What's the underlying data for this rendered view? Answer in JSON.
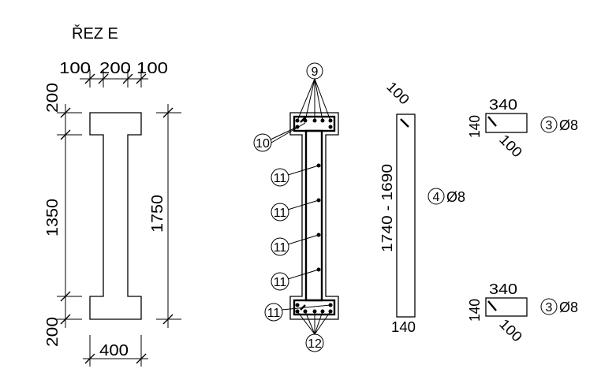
{
  "title": "ŘEZ E",
  "section_dims": {
    "top_widths": [
      "100",
      "200",
      "100"
    ],
    "left_heights": [
      "200",
      "1350",
      "200"
    ],
    "total_height": "1750",
    "bottom_width": "400"
  },
  "rebar_marks": {
    "m9": "9",
    "m10": "10",
    "m11": "11",
    "m12": "12"
  },
  "bar4": {
    "hook_len": "100",
    "length": "1740 - 1690",
    "width": "140",
    "label_num": "4",
    "label_size": "Ø8"
  },
  "bar3_top": {
    "length": "340",
    "height": "140",
    "hook_len": "100",
    "label_num": "3",
    "label_size": "Ø8"
  },
  "bar3_bottom": {
    "length": "340",
    "height": "140",
    "hook_len": "100",
    "label_num": "3",
    "label_size": "Ø8"
  },
  "colors": {
    "line": "#000000",
    "background": "#ffffff"
  }
}
